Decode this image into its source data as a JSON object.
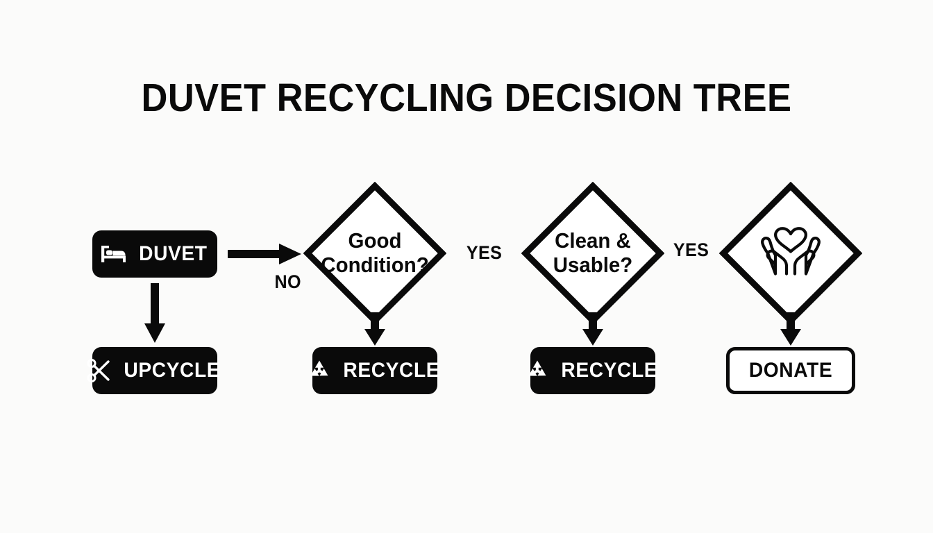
{
  "page": {
    "title": "DUVET RECYCLING DECISION TREE",
    "background_color": "#fbfbfa",
    "ink_color": "#0a0a0a",
    "paper_color": "#ffffff"
  },
  "diagram": {
    "type": "decision-tree-flowchart",
    "nodes": [
      {
        "id": "duvet",
        "shape": "rounded-rect",
        "style": "filled",
        "label": "DUVET",
        "icon": "bed-icon"
      },
      {
        "id": "upcycle",
        "shape": "rounded-rect",
        "style": "filled",
        "label": "UPCYCLE",
        "icon": "scissors-icon"
      },
      {
        "id": "good-condition",
        "shape": "diamond",
        "style": "outline",
        "label_line_1": "Good",
        "label_line_2": "Condition?"
      },
      {
        "id": "recycle-1",
        "shape": "rounded-rect",
        "style": "filled",
        "label": "RECYCLE",
        "icon": "recycle-icon"
      },
      {
        "id": "clean-usable",
        "shape": "diamond",
        "style": "outline",
        "label_line_1": "Clean &",
        "label_line_2": "Usable?"
      },
      {
        "id": "recycle-2",
        "shape": "rounded-rect",
        "style": "filled",
        "label": "RECYCLE",
        "icon": "recycle-icon"
      },
      {
        "id": "donate-decision",
        "shape": "diamond",
        "style": "outline",
        "icon": "hands-heart-icon"
      },
      {
        "id": "donate",
        "shape": "rounded-rect",
        "style": "outline",
        "label": "DONATE"
      }
    ],
    "edges": [
      {
        "id": "duvet-to-good-condition",
        "from": "duvet",
        "to": "good-condition",
        "direction": "right",
        "label": ""
      },
      {
        "id": "duvet-to-upcycle",
        "from": "duvet",
        "to": "upcycle",
        "direction": "down",
        "label": ""
      },
      {
        "id": "good-condition-to-recycle-1",
        "from": "good-condition",
        "to": "recycle-1",
        "direction": "down",
        "label": ""
      },
      {
        "id": "good-condition-to-clean-usable",
        "from": "good-condition",
        "to": "clean-usable",
        "direction": "right",
        "label": "YES"
      },
      {
        "id": "clean-usable-to-recycle-2",
        "from": "clean-usable",
        "to": "recycle-2",
        "direction": "down",
        "label": ""
      },
      {
        "id": "clean-usable-to-donate-decision",
        "from": "clean-usable",
        "to": "donate-decision",
        "direction": "right",
        "label": "YES"
      },
      {
        "id": "donate-decision-to-donate",
        "from": "donate-decision",
        "to": "donate",
        "direction": "down",
        "label": ""
      }
    ],
    "edge_labels": {
      "no": "NO",
      "yes_1": "YES",
      "yes_2": "YES"
    }
  }
}
